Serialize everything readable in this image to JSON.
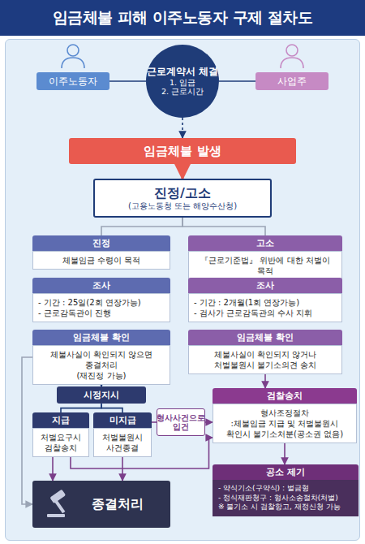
{
  "diagram": {
    "title": "임금체불 피해 이주노동자 구제 절차도",
    "nodes": [
      {
        "text": [
          "이주노동자"
        ]
      },
      {
        "text": [
          "근로계약서 체결",
          "1. 임금",
          "2. 근로시간"
        ]
      },
      {
        "text": [
          "사업주"
        ]
      },
      {
        "text": [
          "임금체불 발생"
        ]
      },
      {
        "text": [
          "진정/고소",
          "(고용노동청 또는 해양수산청)"
        ]
      },
      {
        "text": [
          "진정",
          "체불임금 수령이 목적"
        ]
      },
      {
        "text": [
          "조사",
          "- 기간 : 25일(2회 연장가능)",
          "- 근로감독관이 진행"
        ]
      },
      {
        "text": [
          "임금체불 확인",
          "체불사실이 확인되지 않으면 종결처리",
          "(재진정 가능)"
        ]
      },
      {
        "text": [
          "시정지시"
        ]
      },
      {
        "text": [
          "지급",
          "처벌요구시 검찰송치"
        ]
      },
      {
        "text": [
          "미지급",
          "처벌불원시 사건종결"
        ]
      },
      {
        "text": [
          "고소",
          "『근로기준법』 위반에 대한 처벌이 목적"
        ]
      },
      {
        "text": [
          "조사",
          "- 기간 : 2개월(1회 연장가능)",
          "- 검사가 근로감독관의 수사 지휘"
        ]
      },
      {
        "text": [
          "임금체불 확인",
          "체불사실이 확인되지 않거나",
          "처벌불원시 불기소의견 송치"
        ]
      },
      {
        "text": [
          "검찰송치",
          "형사조정절차",
          ":체불임금 지급 및 처벌불원시 확인시 불기소처분(공소권 없음)"
        ]
      },
      {
        "text": [
          "형사사건으로 입건"
        ]
      },
      {
        "text": [
          "종결처리"
        ]
      },
      {
        "text": [
          "공소 제기",
          "- 약식기소(구약식) : 벌금형",
          "- 정식재판청구 : 형사소송절차(처벌)",
          "※ 불기소 시 검찰항고, 재정신청 가능"
        ]
      }
    ],
    "edges": [
      {
        "from": 0,
        "to": 1,
        "arrow": "none"
      },
      {
        "from": 2,
        "to": 1,
        "arrow": "none"
      },
      {
        "from": 1,
        "to": 3,
        "arrow": "to"
      },
      {
        "from": 3,
        "to": 4,
        "arrow": "to"
      },
      {
        "from": 4,
        "to": 5,
        "arrow": "none"
      },
      {
        "from": 4,
        "to": 11,
        "arrow": "none"
      },
      {
        "from": 7,
        "to": 16,
        "arrow": "to"
      },
      {
        "from": 7,
        "to": 8,
        "arrow": "to"
      },
      {
        "from": 8,
        "to": 9,
        "arrow": "none"
      },
      {
        "from": 8,
        "to": 10,
        "arrow": "none"
      },
      {
        "from": 9,
        "to": 16,
        "arrow": "to"
      },
      {
        "from": 9,
        "to": 14,
        "arrow": "to"
      },
      {
        "from": 10,
        "to": 15,
        "arrow": "none"
      },
      {
        "from": 15,
        "to": 14,
        "arrow": "to"
      },
      {
        "from": 10,
        "to": 16,
        "arrow": "to"
      },
      {
        "from": 13,
        "to": 14,
        "arrow": "to"
      },
      {
        "from": 14,
        "to": 17,
        "arrow": "to"
      }
    ]
  }
}
